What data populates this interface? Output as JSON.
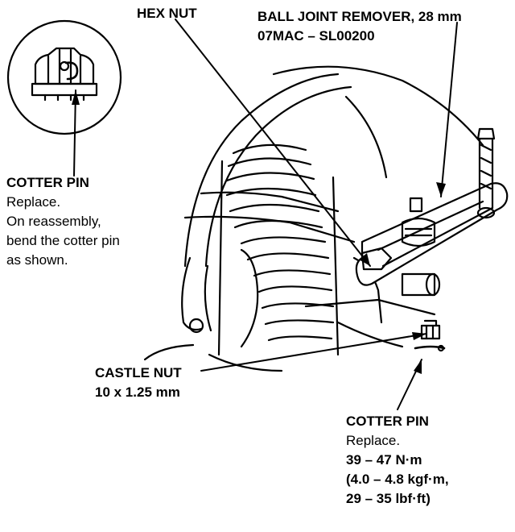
{
  "labels": {
    "hex_nut": "HEX NUT",
    "ball_joint_remover": {
      "line1": "BALL JOINT REMOVER, 28 mm",
      "line2": "07MAC – SL00200"
    },
    "cotter_pin_top": {
      "title": "COTTER PIN",
      "line1": "Replace.",
      "line2": "On reassembly,",
      "line3": "bend the cotter pin",
      "line4": "as shown."
    },
    "castle_nut": {
      "title": "CASTLE NUT",
      "size": "10 x 1.25 mm"
    },
    "cotter_pin_bottom": {
      "title": "COTTER PIN",
      "line1": "Replace.",
      "line2": "39 – 47 N·m",
      "line3": "(4.0 – 4.8 kgf·m,",
      "line4": "29 – 35 lbf·ft)"
    }
  },
  "colors": {
    "ink": "#000000",
    "paper": "#ffffff"
  }
}
